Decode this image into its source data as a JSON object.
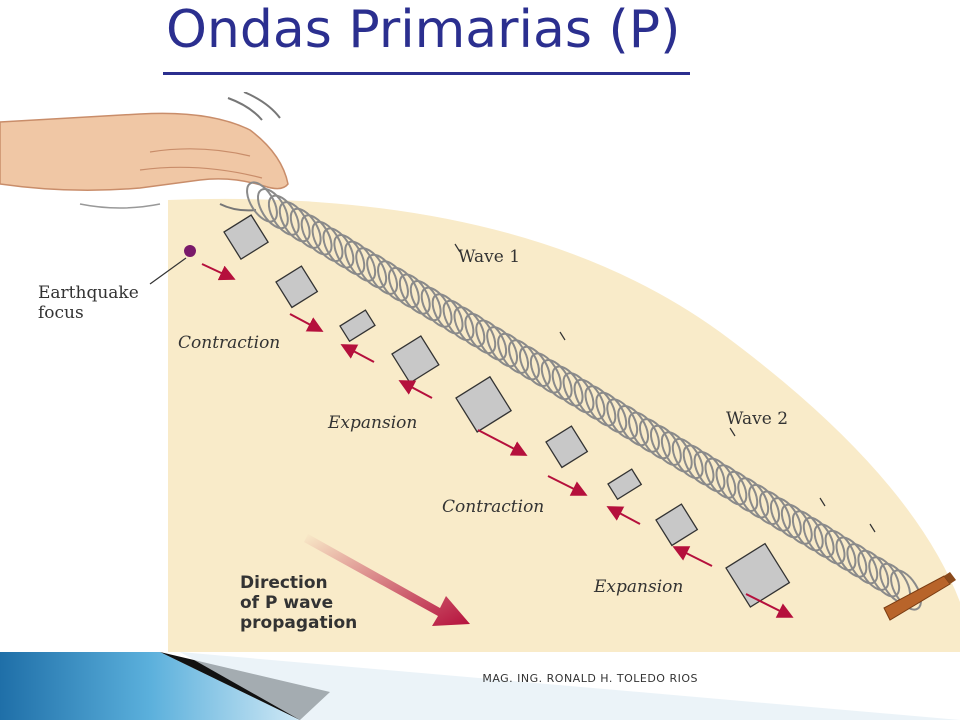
{
  "slide": {
    "title": "Ondas Primarias (P)",
    "credit": "MAG. ING. RONALD H. TOLEDO RIOS"
  },
  "diagram": {
    "labels": {
      "wave1": "Wave 1",
      "wave2": "Wave 2",
      "focus_line1": "Earthquake",
      "focus_line2": "focus",
      "contraction1": "Contraction",
      "expansion1": "Expansion",
      "contraction2": "Contraction",
      "expansion2": "Expansion",
      "direction_line1": "Direction",
      "direction_line2": "of P wave",
      "direction_line3": "propagation"
    },
    "colors": {
      "background_panel": "#f9ebc9",
      "arrow": "#b5103c",
      "spring": "#8a8a8a",
      "box": "#c8c8c8",
      "title": "#2b2f8f"
    }
  }
}
